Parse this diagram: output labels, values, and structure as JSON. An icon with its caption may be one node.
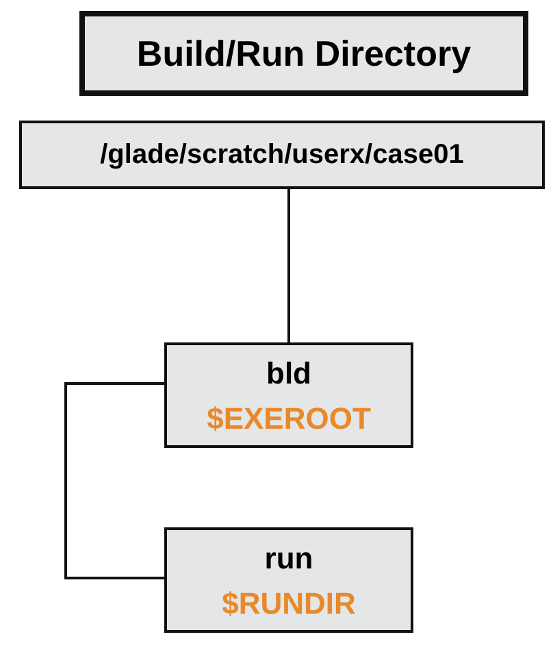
{
  "diagram": {
    "title": "Build/Run Directory",
    "nodes": [
      {
        "text": [
          "/glade/scratch/userx/case01"
        ]
      },
      {
        "text": [
          "bld",
          "$EXEROOT"
        ]
      },
      {
        "text": [
          "run",
          "$RUNDIR"
        ]
      }
    ],
    "edges": [
      {
        "from": 0,
        "to": 1,
        "arrow": "none"
      },
      {
        "from": 1,
        "to": 2,
        "arrow": "none"
      }
    ]
  }
}
